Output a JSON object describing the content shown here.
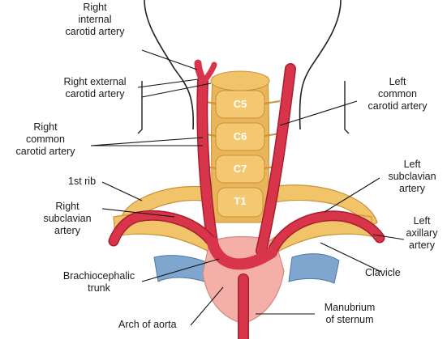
{
  "labels": {
    "right_internal_carotid": [
      "Right",
      "internal",
      "carotid artery"
    ],
    "right_external_carotid": [
      "Right external",
      "carotid artery"
    ],
    "right_common_carotid": [
      "Right",
      "common",
      "carotid artery"
    ],
    "first_rib": "1st rib",
    "right_subclavian": [
      "Right",
      "subclavian",
      "artery"
    ],
    "brachiocephalic_trunk": [
      "Brachiocephalic",
      "trunk"
    ],
    "arch_of_aorta": "Arch of aorta",
    "left_common_carotid": [
      "Left",
      "common",
      "carotid artery"
    ],
    "left_subclavian": [
      "Left",
      "subclavian",
      "artery"
    ],
    "left_axillary": [
      "Left",
      "axillary",
      "artery"
    ],
    "clavicle": "Clavicle",
    "manubrium": [
      "Manubrium",
      "of sternum"
    ]
  },
  "vertebrae": [
    "C5",
    "C6",
    "C7",
    "T1"
  ],
  "colors": {
    "artery": "#d8344a",
    "bone": "#f2c46a",
    "bone_edge": "#c8923a",
    "sternum": "#f4b0a8",
    "cartilage": "#7fa6cf",
    "outline": "#222222"
  }
}
